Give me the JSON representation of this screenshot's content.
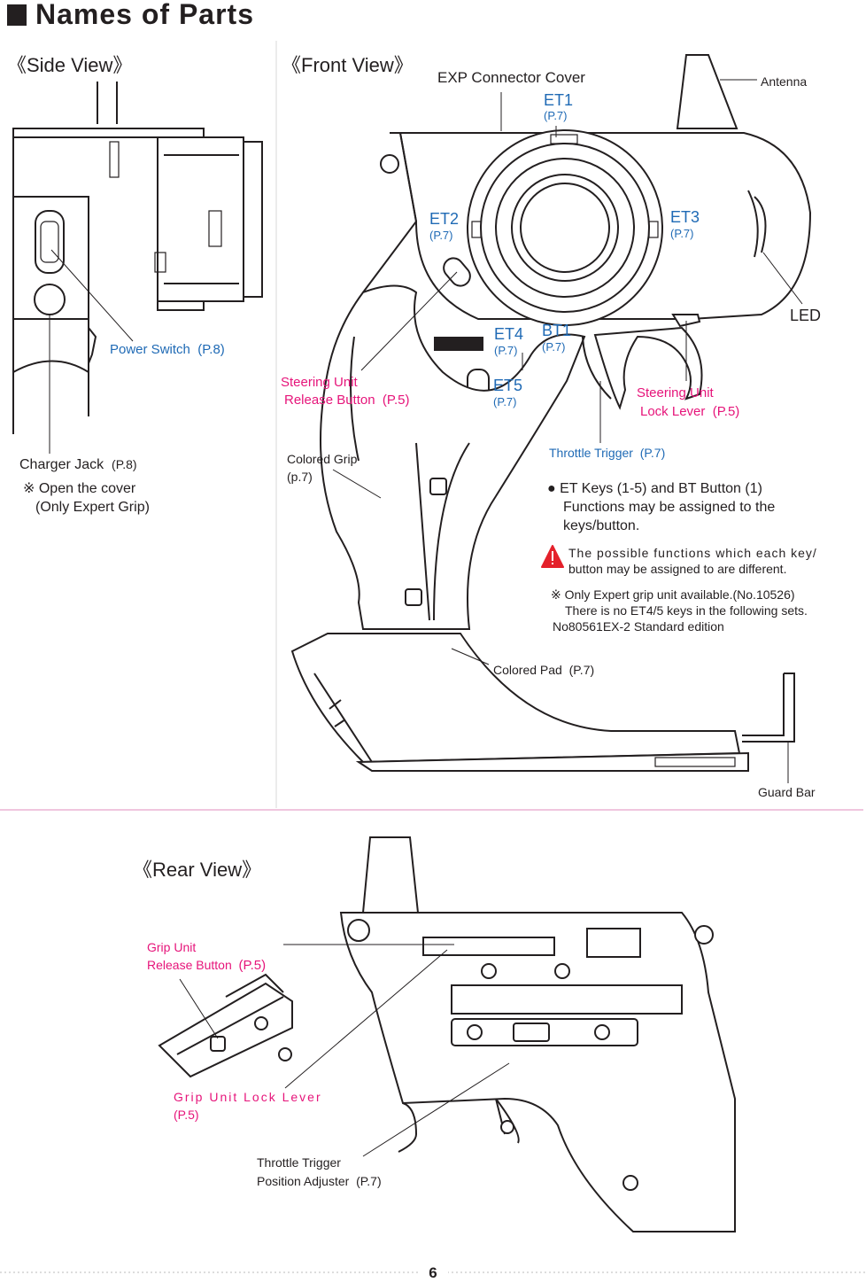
{
  "page": {
    "title": "Names of Parts",
    "number": "6"
  },
  "side_view": {
    "heading": "《Side View》",
    "power_switch": {
      "label": "Power Switch",
      "ref": "(P.8)"
    },
    "charger_jack": {
      "label": "Charger Jack",
      "ref": "(P.8)",
      "note_line1": "※ Open the cover",
      "note_line2": "(Only Expert Grip)"
    }
  },
  "front_view": {
    "heading": "《Front View》",
    "exp_cover": "EXP Connector Cover",
    "antenna": "Antenna",
    "led": "LED",
    "guard_bar": "Guard Bar",
    "keys": [
      {
        "name": "ET1",
        "ref": "(P.7)"
      },
      {
        "name": "ET2",
        "ref": "(P.7)"
      },
      {
        "name": "ET3",
        "ref": "(P.7)"
      },
      {
        "name": "ET4",
        "ref": "(P.7)"
      },
      {
        "name": "BT1",
        "ref": "(P.7)"
      },
      {
        "name": "ET5",
        "ref": "(P.7)"
      }
    ],
    "steering_release": {
      "line1": "Steering Unit",
      "line2": "Release Button",
      "ref": "(P.5)"
    },
    "steering_lock": {
      "line1": "Steering Unit",
      "line2": "Lock Lever",
      "ref": "(P.5)"
    },
    "throttle_trigger": {
      "label": "Throttle Trigger",
      "ref": "(P.7)"
    },
    "colored_grip": {
      "line1": "Colored Grip",
      "line2": "(p.7)"
    },
    "colored_pad": {
      "label": "Colored Pad",
      "ref": "(P.7)"
    },
    "info": {
      "bullet_line1": "● ET Keys (1-5) and BT Button (1)",
      "bullet_line2": "Functions may be assigned to the",
      "bullet_line3": "keys/button.",
      "warning_line1": "The possible functions which each key/",
      "warning_line2": "button may be assigned to are different.",
      "expert_line1": "※ Only Expert grip unit available.(No.10526)",
      "expert_line2": "There is no ET4/5 keys in the following sets.",
      "expert_line3": "No80561EX-2 Standard edition"
    }
  },
  "rear_view": {
    "heading": "《Rear View》",
    "grip_release": {
      "line1": "Grip Unit",
      "line2": "Release Button",
      "ref": "(P.5)"
    },
    "grip_lock": {
      "line1": "Grip Unit Lock Lever",
      "line2": "(P.5)"
    },
    "throttle_adjuster": {
      "line1": "Throttle Trigger",
      "line2": "Position Adjuster",
      "ref": "(P.7)"
    }
  },
  "colors": {
    "key_blue": "#1f6ab5",
    "accent_pink": "#e6147a",
    "warning_red": "#e4212b",
    "rule_pink": "#e6a3c9"
  }
}
